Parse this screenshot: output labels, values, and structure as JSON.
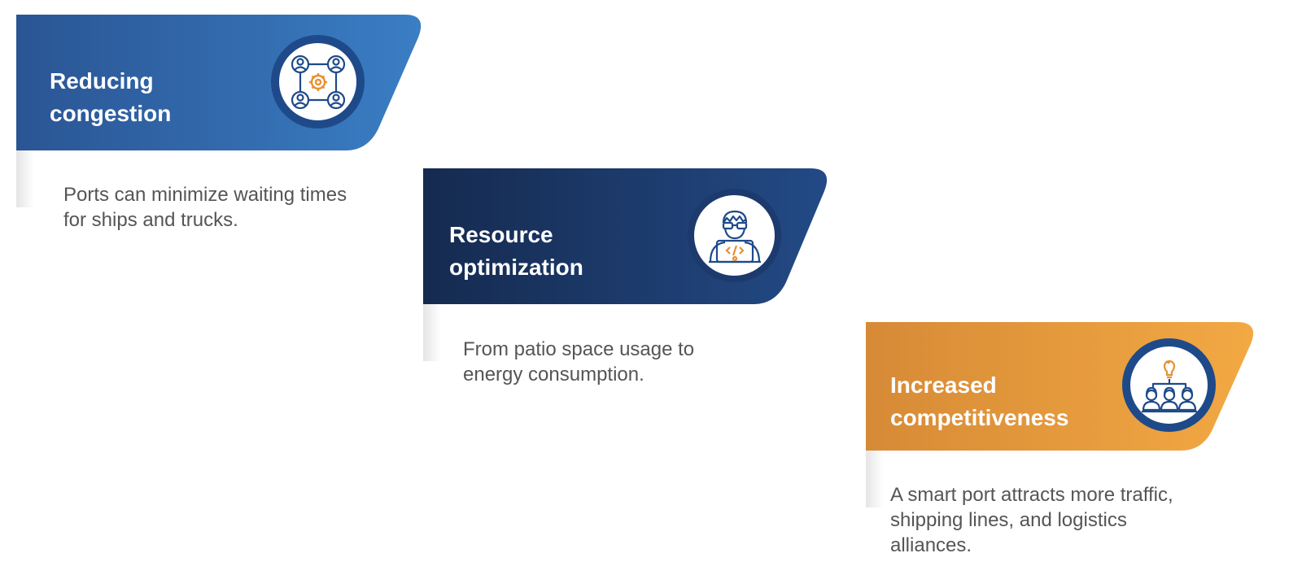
{
  "steps": [
    {
      "title_line1": "Reducing",
      "title_line2": "congestion",
      "description": "Ports can minimize waiting times for ships and trucks.",
      "icon": "team-network-gear-icon",
      "gradient": [
        "#2a5594",
        "#3a7ec4"
      ]
    },
    {
      "title_line1": "Resource",
      "title_line2": "optimization",
      "description": "From patio space usage to energy consumption.",
      "icon": "developer-laptop-code-icon",
      "gradient": [
        "#152a4f",
        "#234a86"
      ]
    },
    {
      "title_line1": "Increased",
      "title_line2": "competitiveness",
      "description": "A smart port attracts more traffic, shipping lines, and logistics alliances.",
      "icon": "team-idea-lightbulb-icon",
      "gradient": [
        "#d78a36",
        "#f2a943"
      ]
    }
  ],
  "colors": {
    "icon_navy": "#1f4a8a",
    "icon_accent": "#e8912f",
    "description_text": "#555555"
  }
}
